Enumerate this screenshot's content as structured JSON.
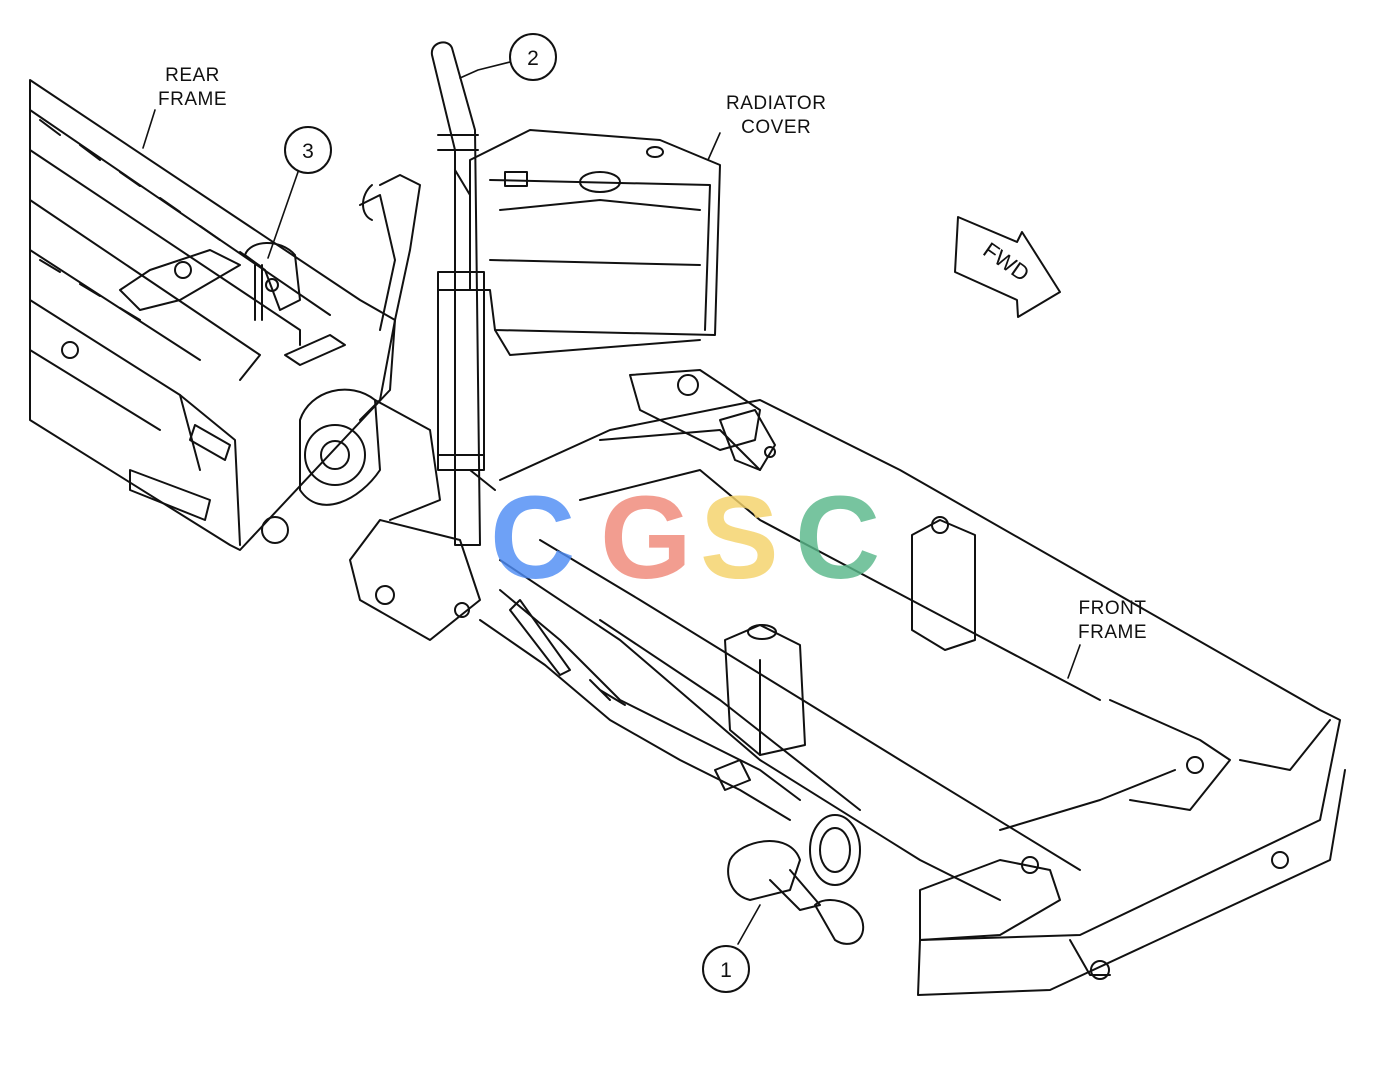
{
  "labels": {
    "rear_frame": "REAR\nFRAME",
    "radiator_cover": "RADIATOR\nCOVER",
    "front_frame": "FRONT\nFRAME",
    "fwd": "FWD"
  },
  "callouts": [
    {
      "number": "1"
    },
    {
      "number": "2"
    },
    {
      "number": "3"
    }
  ],
  "watermark": {
    "letters": [
      "C",
      "G",
      "S",
      "C"
    ],
    "colors": [
      "#4f8df5",
      "#f08878",
      "#f5d36a",
      "#5ab88a"
    ]
  },
  "colors": {
    "line": "#111111",
    "background": "#ffffff"
  }
}
